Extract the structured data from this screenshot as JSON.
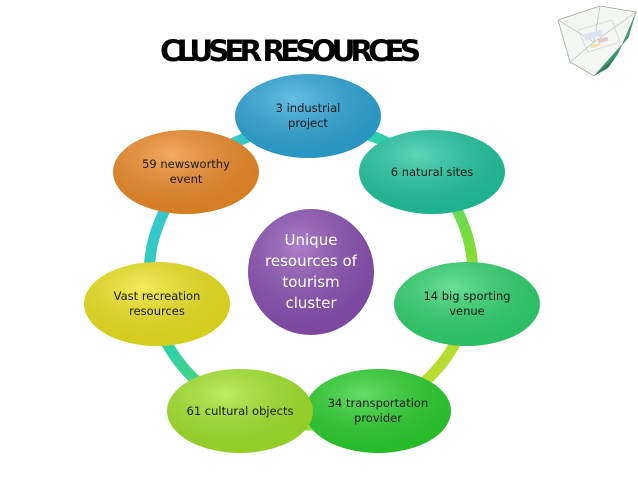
{
  "title": "CLUSER RESOURCES",
  "center": {
    "label": "Unique resources of tourism cluster",
    "color": "#8a4fb3"
  },
  "nodes": [
    {
      "id": "industrial",
      "label": "3 industrial project",
      "color": "#2ba6d9"
    },
    {
      "id": "natural",
      "label": "6 natural sites",
      "color": "#1fc7a0"
    },
    {
      "id": "sporting",
      "label": "14 big sporting venue",
      "color": "#2ed46e"
    },
    {
      "id": "transport",
      "label": "34 transportation provider",
      "color": "#29d12c"
    },
    {
      "id": "cultural",
      "label": "61 cultural objects",
      "color": "#a3e629"
    },
    {
      "id": "recreation",
      "label": "Vast recreation resources",
      "color": "#eee51d"
    },
    {
      "id": "newsworthy",
      "label": "59 newsworthy event",
      "color": "#ef8b26"
    }
  ],
  "icons": {
    "logo": "crystal-logo-icon"
  }
}
